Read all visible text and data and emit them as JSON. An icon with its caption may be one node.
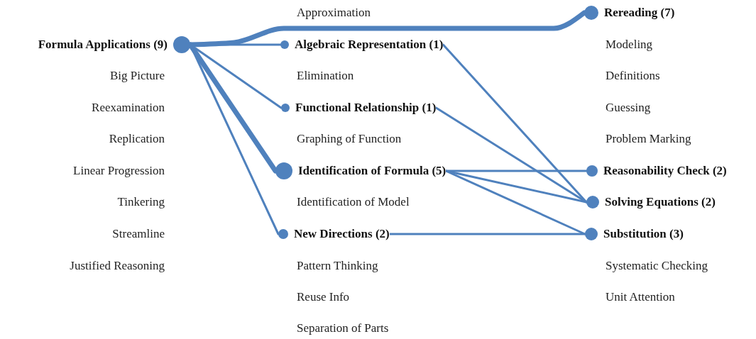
{
  "diagram": {
    "nodes": [
      {
        "text": [
          "Rereading (7)"
        ]
      },
      {
        "text": [
          "Formula Applications (9)"
        ]
      },
      {
        "text": [
          "Algebraic Representation (1)"
        ]
      },
      {
        "text": [
          "Functional Relationship (1)"
        ]
      },
      {
        "text": [
          "Identification of Formula (5)"
        ]
      },
      {
        "text": [
          "Reasonability Check (2)"
        ]
      },
      {
        "text": [
          "Solving Equations (2)"
        ]
      },
      {
        "text": [
          "New Directions (2)"
        ]
      },
      {
        "text": [
          "Substitution (3)"
        ]
      }
    ],
    "edges": [
      {
        "from": 1,
        "to": 0,
        "arrow": "none",
        "style": "thick"
      },
      {
        "from": 1,
        "to": 2,
        "arrow": "none"
      },
      {
        "from": 1,
        "to": 3,
        "arrow": "none"
      },
      {
        "from": 1,
        "to": 4,
        "arrow": "none",
        "style": "thick"
      },
      {
        "from": 1,
        "to": 7,
        "arrow": "none"
      },
      {
        "from": 2,
        "to": 6,
        "arrow": "none"
      },
      {
        "from": 3,
        "to": 6,
        "arrow": "none"
      },
      {
        "from": 4,
        "to": 5,
        "arrow": "none"
      },
      {
        "from": 4,
        "to": 6,
        "arrow": "none"
      },
      {
        "from": 4,
        "to": 8,
        "arrow": "none"
      },
      {
        "from": 7,
        "to": 8,
        "arrow": "none"
      }
    ],
    "labels": [
      "Approximation",
      "Modeling",
      "Big Picture",
      "Elimination",
      "Definitions",
      "Reexamination",
      "Guessing",
      "Replication",
      "Graphing of Function",
      "Problem Marking",
      "Linear Progression",
      "Tinkering",
      "Identification of Model",
      "Streamline",
      "Justified Reasoning",
      "Pattern Thinking",
      "Systematic Checking",
      "Reuse Info",
      "Unit Attention",
      "Separation of Parts"
    ]
  }
}
